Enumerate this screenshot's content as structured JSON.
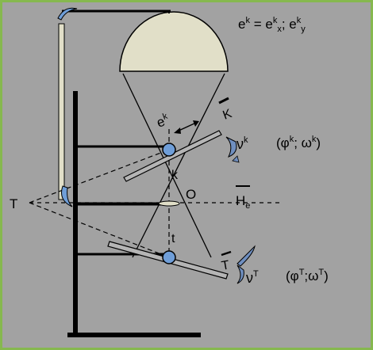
{
  "formula": {
    "lhs_base": "e",
    "lhs_sup": "k",
    "eq": " = ",
    "a_base": "e",
    "a_sup": "k",
    "a_sub": "x",
    "sep": "; ",
    "b_base": "e",
    "b_sup": "k",
    "b_sub": "y"
  },
  "labels": {
    "e_base": "e",
    "e_sup": "k",
    "K": "K",
    "nu_k_base": "ν",
    "nu_k_sup": "k",
    "phi_k": "(φ",
    "phi_k_sup": "k",
    "phi_k_mid": "; ω",
    "phi_k_sup2": "k",
    "phi_k_end": ")",
    "k": "k",
    "T_left": "T",
    "O": "O",
    "H_base": "H",
    "H_sub": "e",
    "t": "t",
    "T_mirror": "T",
    "nu_t_base": "ν",
    "nu_t_sup": "T",
    "phi_t": "(φ",
    "phi_t_sup": "T",
    "phi_t_mid": ";ω",
    "phi_t_sup2": "T",
    "phi_t_end": ")"
  },
  "colors": {
    "background": "#a2a2a2",
    "border": "#86b84f",
    "dome": "#e1dfc8",
    "joint": "#6f9ed8",
    "rotation_arrow": "#6f8fc0",
    "line": "#000000"
  }
}
